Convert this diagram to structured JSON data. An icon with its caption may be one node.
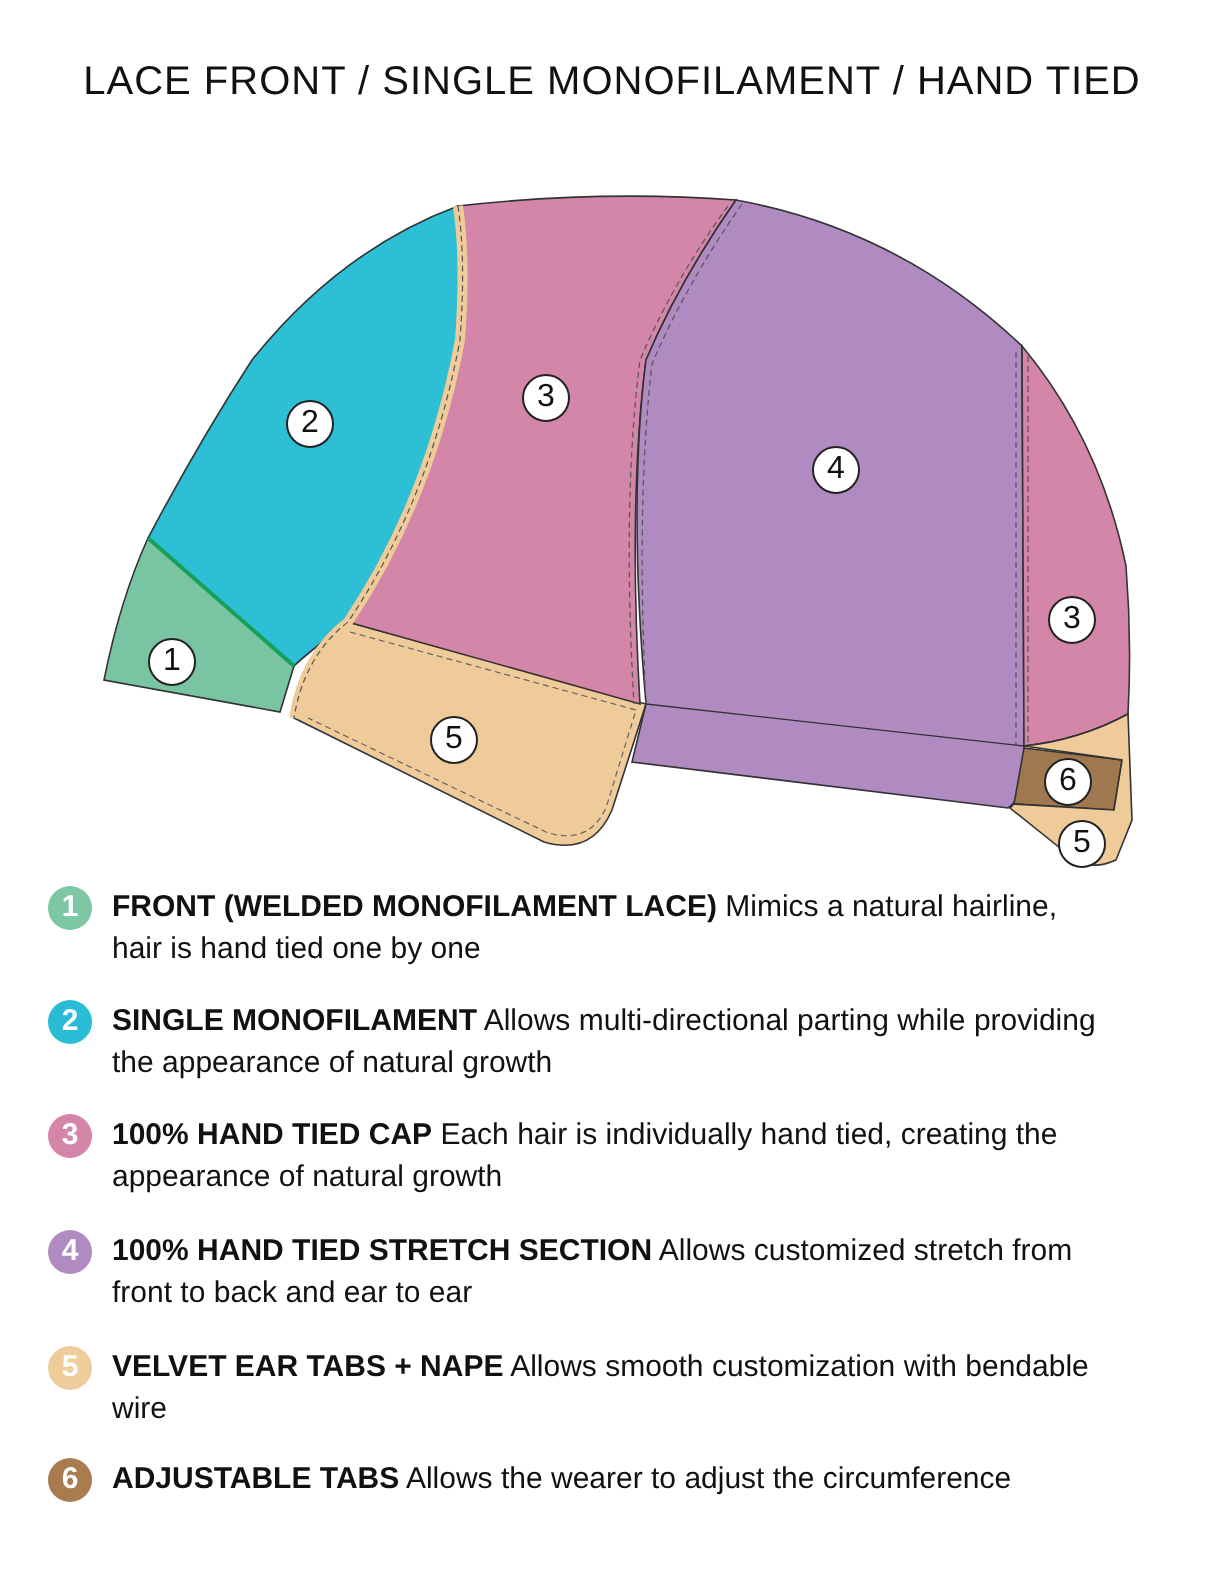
{
  "diagram": {
    "title": "LACE FRONT / SINGLE MONOFILAMENT / HAND TIED",
    "nodes": [
      {
        "text": [
          "1"
        ]
      },
      {
        "text": [
          "2"
        ]
      },
      {
        "text": [
          "5"
        ]
      },
      {
        "text": [
          "3"
        ]
      },
      {
        "text": [
          "4"
        ]
      },
      {
        "text": [
          "3"
        ]
      },
      {
        "text": [
          "6"
        ]
      },
      {
        "text": [
          "5"
        ]
      }
    ],
    "edges": [],
    "labels": [
      "1",
      "2",
      "3",
      "4",
      "5",
      "6"
    ],
    "legend": [
      {
        "text": "**FRONT (WELDED MONOFILAMENT LACE)**  Mimics a natural hairline, hair is hand tied one by one",
        "color": "#7dc7a4"
      },
      {
        "text": "**SINGLE MONOFILAMENT**  Allows multi-directional parting while providing the appearance of natural growth",
        "color": "#29bcd4"
      },
      {
        "text": "**100% HAND TIED CAP**  Each hair is individually hand tied, creating the appearance of natural growth",
        "color": "#d486a9"
      },
      {
        "text": "**100% HAND TIED STRETCH SECTION**  Allows customized stretch from front to back and ear to ear",
        "color": "#b08bc1"
      },
      {
        "text": "**VELVET EAR TABS + NAPE**  Allows smooth customization with bendable wire",
        "color": "#efcd9b"
      },
      {
        "text": "**ADJUSTABLE TABS**  Allows the wearer to adjust the circumference",
        "color": "#a87c4f"
      }
    ]
  }
}
